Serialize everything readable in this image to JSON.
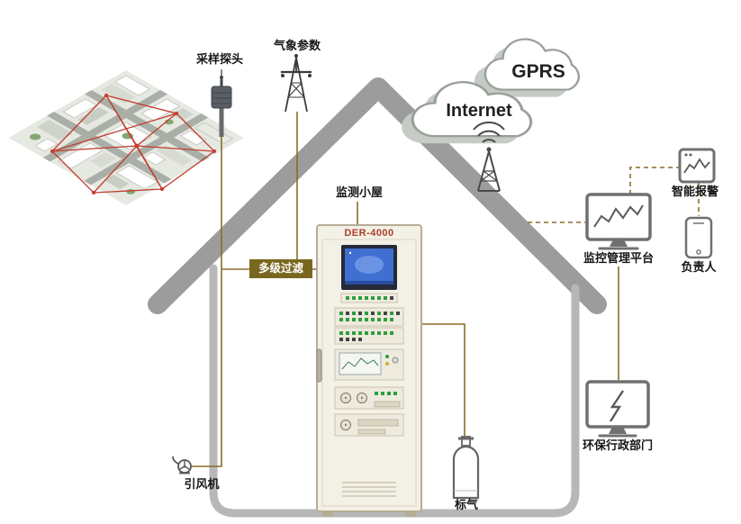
{
  "labels": {
    "sampling_probe": "采样探头",
    "weather_params": "气象参数",
    "gprs": "GPRS",
    "internet": "Internet",
    "monitor_shed": "监测小屋",
    "cabinet_model": "DER-4000",
    "multi_filter": "多级过滤",
    "draft_fan": "引风机",
    "standard_gas": "标气",
    "platform": "监控管理平台",
    "smart_alarm": "智能报警",
    "person": "负责人",
    "env_dept": "环保行政部门"
  },
  "colors": {
    "connector_olive": "#8a6d28",
    "roof_gray": "#9c9c9c",
    "wall_gray": "#b7b7b7",
    "network_red": "#c23b2e",
    "filter_box_bg": "#7a671f",
    "screen_blue": "#3f6fd0",
    "cabinet_beige": "#f3f0e6"
  },
  "icons": {
    "sampling-probe-icon": "air sampling probe on pole",
    "weather-mast-icon": "lattice meteorology tower",
    "antenna-icon": "wireless signal antenna",
    "fan-icon": "induced draft fan",
    "gas-cylinder-icon": "standard gas cylinder",
    "platform-monitor-icon": "monitor with trend chart",
    "alarm-device-icon": "alarm box",
    "phone-icon": "smartphone",
    "envdept-monitor-icon": "monitor with bolt",
    "cloud-icon": "network cloud"
  }
}
